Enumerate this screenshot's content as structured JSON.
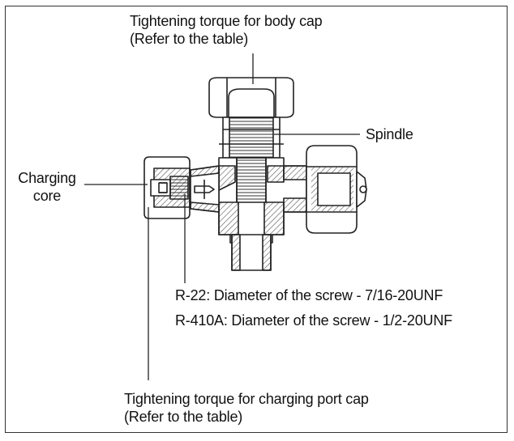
{
  "labels": {
    "body_cap": {
      "line1": "Tightening torque for body cap",
      "line2": "(Refer to the table)"
    },
    "spindle": "Spindle",
    "charging_core": {
      "line1": "Charging",
      "line2": "core"
    },
    "r22": "R-22: Diameter of the screw - 7/16-20UNF",
    "r410a": "R-410A: Diameter of the screw - 1/2-20UNF",
    "charging_port_cap": {
      "line1": "Tightening torque for charging port cap",
      "line2": "(Refer to the table)"
    }
  },
  "colors": {
    "line": "#222222",
    "hatch": "#555555",
    "shade": "#d9d9d9"
  }
}
